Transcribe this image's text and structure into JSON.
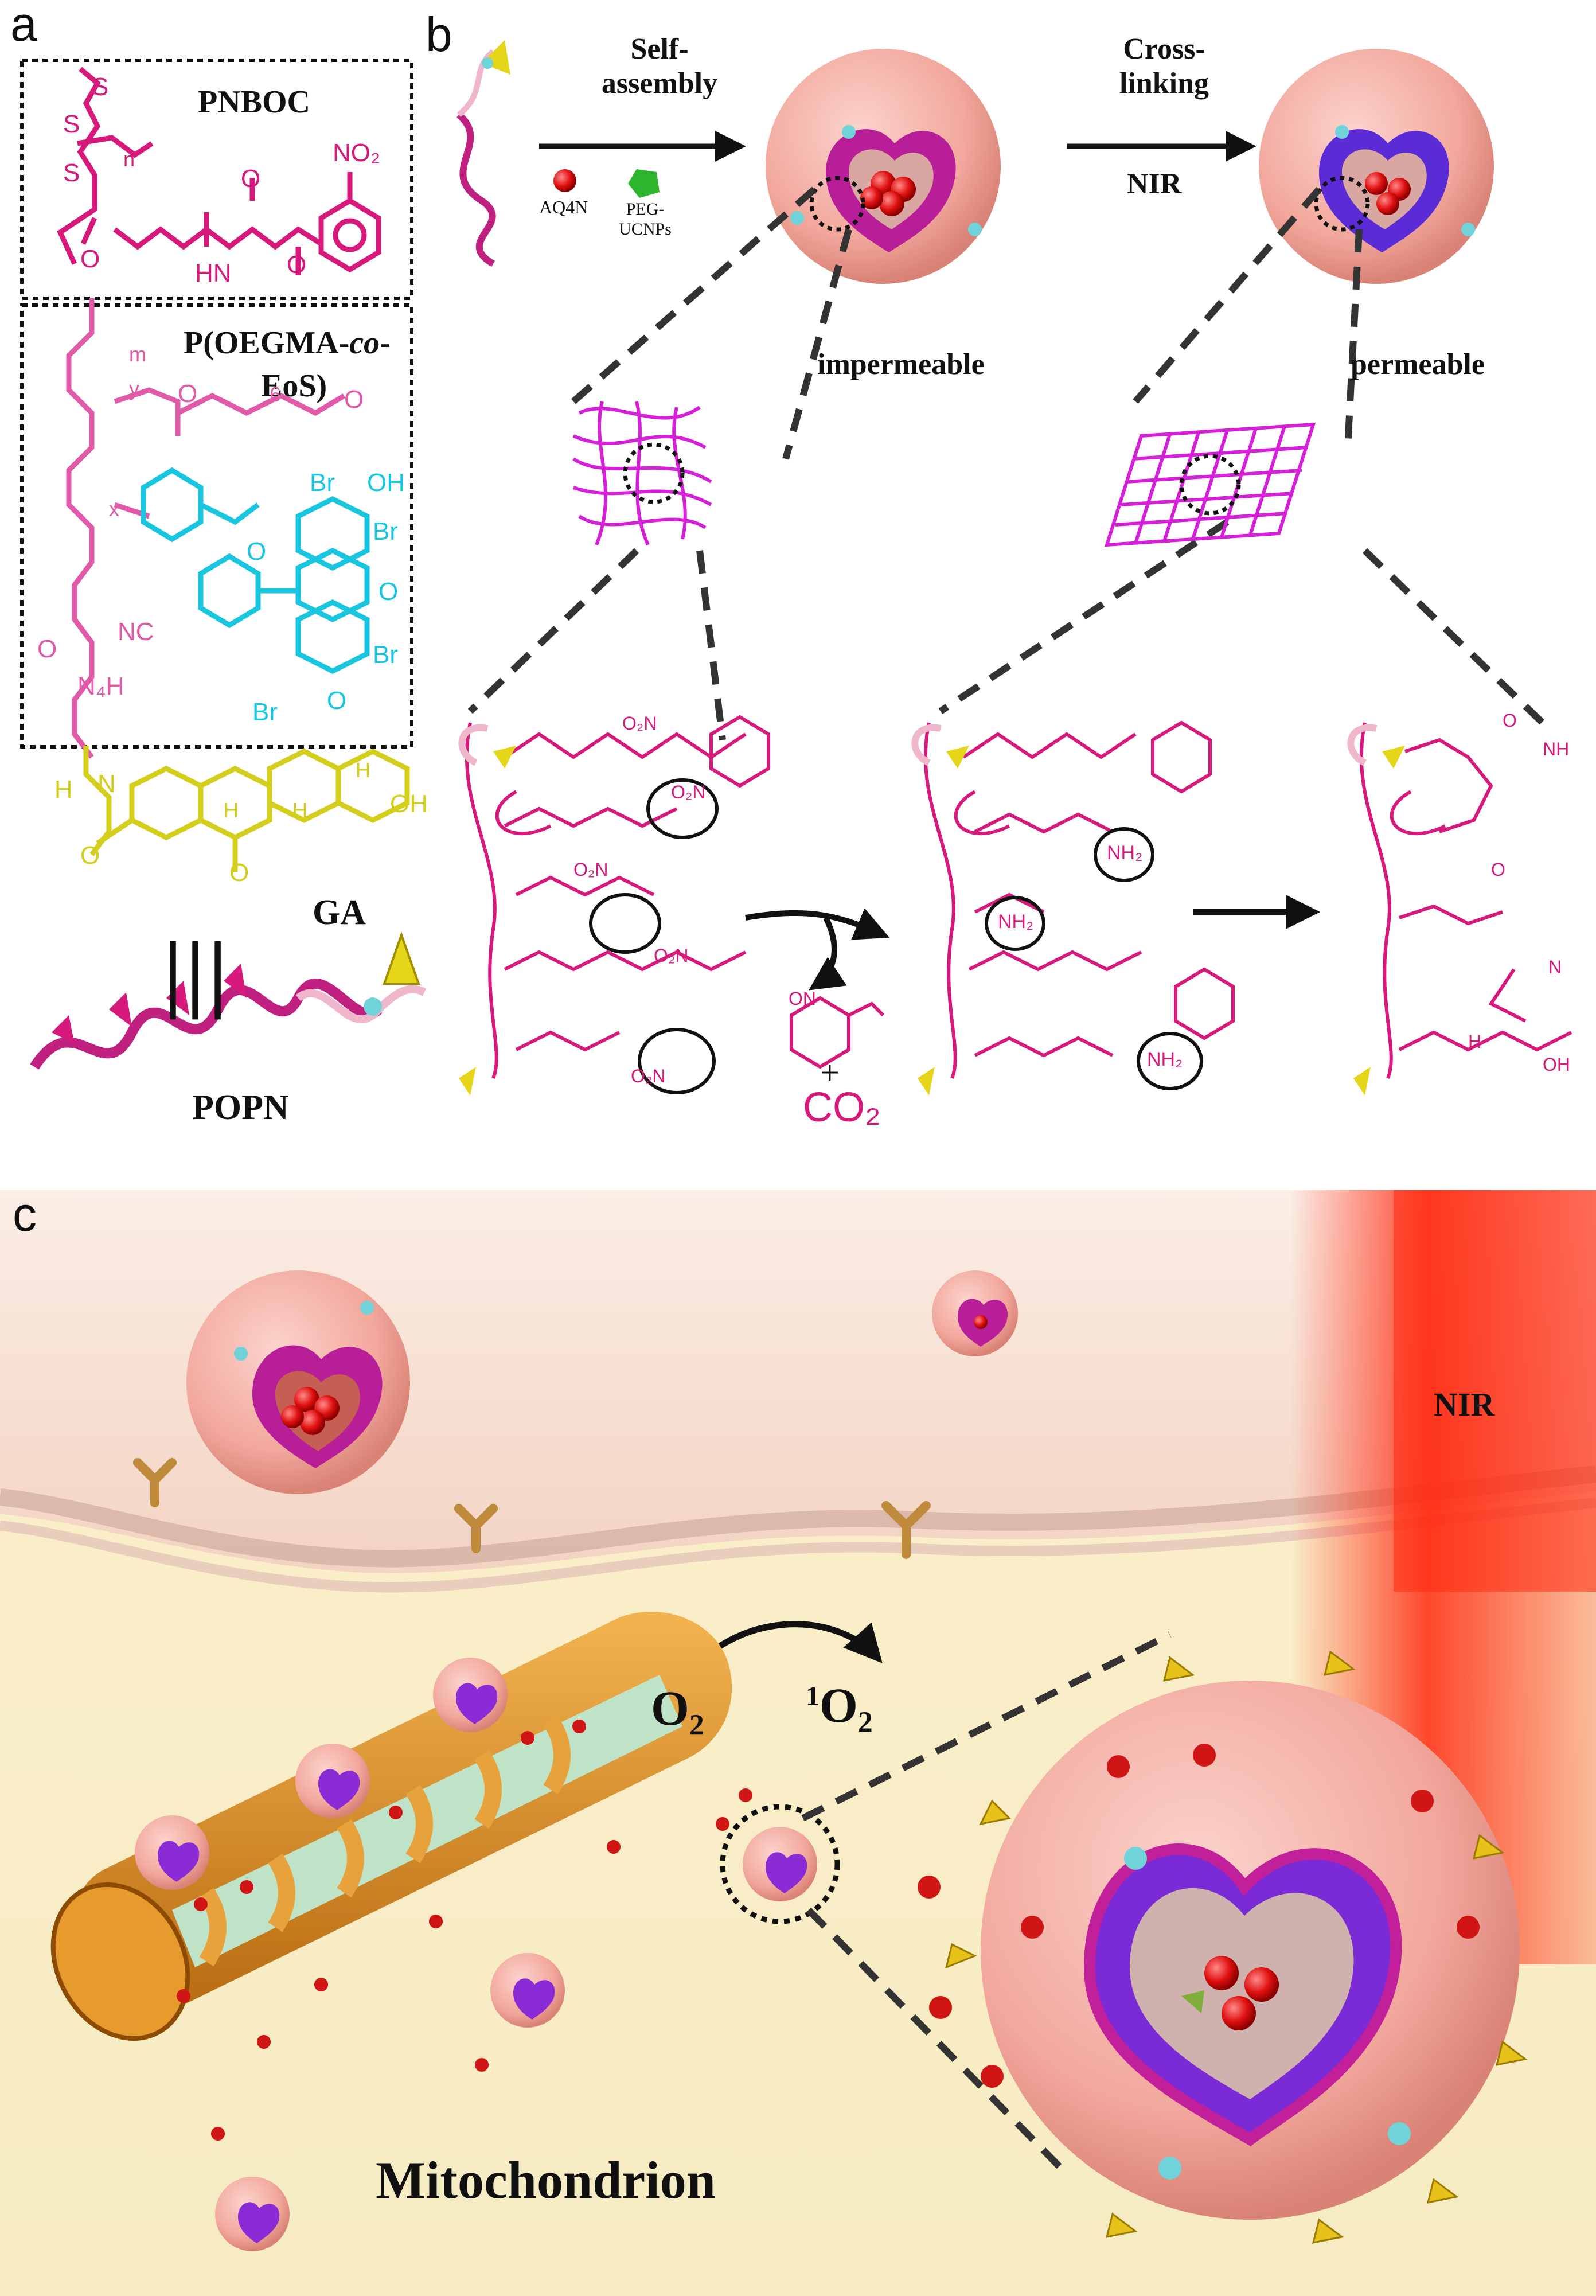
{
  "panel_labels": {
    "a": "a",
    "b": "b",
    "c": "c"
  },
  "panel_a": {
    "pnboc_label": "PNBOC",
    "poegma_label_line1_pre": "P(OEGMA-",
    "poegma_label_line1_italic": "co",
    "poegma_label_line1_post": "-",
    "poegma_label_line2": "EoS)",
    "ga_label": "GA",
    "popn_label": "POPN",
    "equiv_symbol": "|||",
    "atoms": {
      "s1": "S",
      "s2": "S",
      "s3": "S",
      "n_sub": "n",
      "no2": "NO₂",
      "hn": "HN",
      "o1": "O",
      "o2": "O",
      "o3": "O",
      "m_sub": "m",
      "y_sub": "y",
      "x_sub": "x",
      "six_sub": "6",
      "o4": "O",
      "o5": "O",
      "br1": "Br",
      "br2": "Br",
      "br3": "Br",
      "br4": "Br",
      "oh1": "OH",
      "o6": "O",
      "o7": "O",
      "o8": "O",
      "nc": "NC",
      "nh4": "N₄H",
      "o9": "O",
      "h_n": "H",
      "n2": "N",
      "h1": "H",
      "h2": "H",
      "h3": "H",
      "oh2": "OH",
      "o10": "O",
      "o11": "O"
    },
    "colors": {
      "pnboc": "#d6197b",
      "oegma": "#e05aa8",
      "eos": "#19c6e0",
      "ga": "#d4cf1c"
    }
  },
  "panel_b": {
    "arrow1_line1": "Self-",
    "arrow1_line2": "assembly",
    "arrow2_line1": "Cross-",
    "arrow2_line2": "linking",
    "arrow2_below": "NIR",
    "legend_aq4n": "AQ4N",
    "legend_peg_line1": "PEG-",
    "legend_peg_line2": "UCNPs",
    "state_left": "impermeable",
    "state_right": "permeable",
    "byproduct_plus": "+",
    "byproduct_co2": "CO₂",
    "chem_labels": {
      "no2_a": "O₂N",
      "no2_b": "O₂N",
      "no2_c": "O₂N",
      "no2_d": "O₂N",
      "no2_e": "O₂N",
      "nh2_a": "NH₂",
      "nh2_b": "NH₂",
      "nh2_c": "NH₂",
      "no_side": "ON",
      "nh_right": "NH",
      "n_right": "N",
      "o_right1": "O",
      "o_right2": "O",
      "oh_right": "OH",
      "h_right": "H"
    }
  },
  "panel_c": {
    "nir_label": "NIR",
    "o2_label": "O₂",
    "singlet_o2_sup": "1",
    "singlet_o2_main": "O₂",
    "mitochondrion_label": "Mitochondrion"
  }
}
